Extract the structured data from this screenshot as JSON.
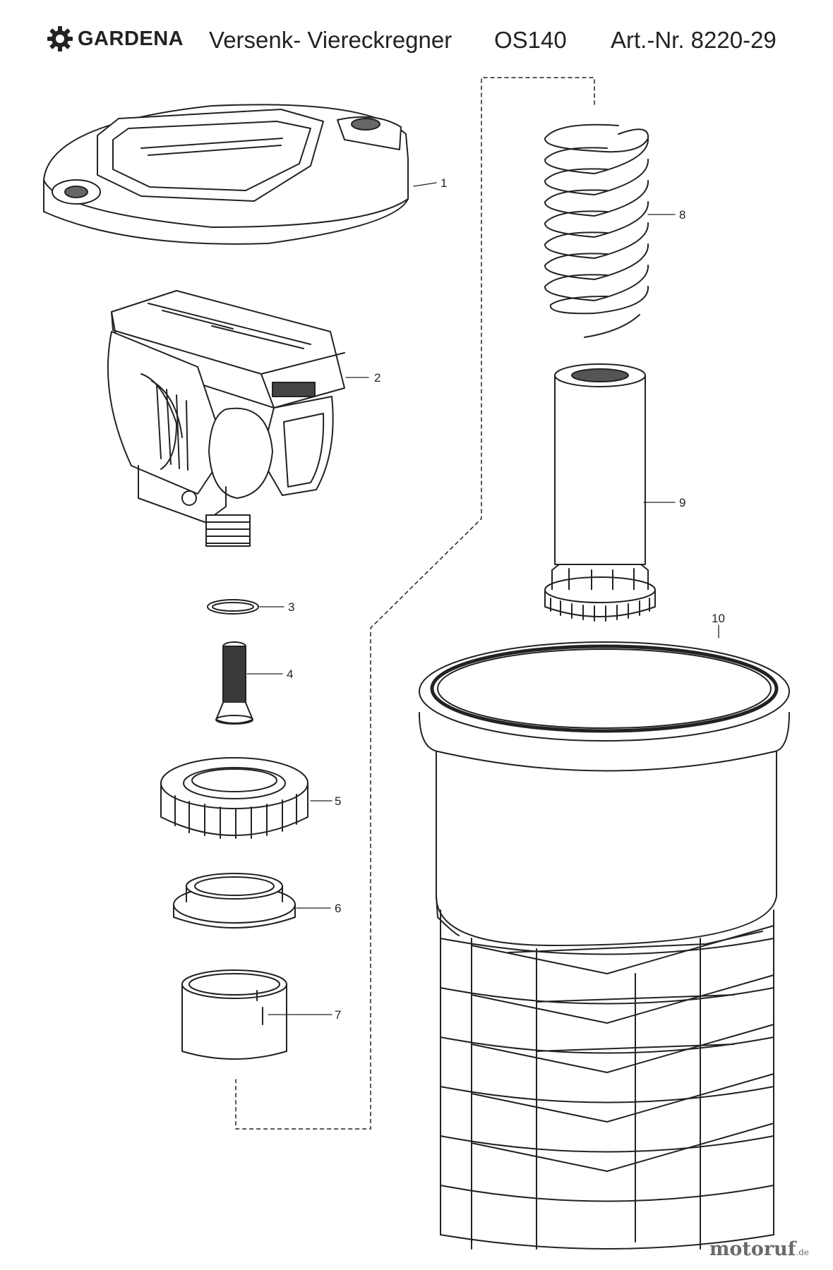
{
  "header": {
    "brand": "GARDENA",
    "title": "Versenk- Viereckregner",
    "model": "OS140",
    "article_number": "Art.-Nr. 8220-29"
  },
  "parts": [
    {
      "number": "1",
      "icon": "lid-icon"
    },
    {
      "number": "2",
      "icon": "sprinkler-head-icon"
    },
    {
      "number": "3",
      "icon": "o-ring-icon"
    },
    {
      "number": "4",
      "icon": "filter-icon"
    },
    {
      "number": "5",
      "icon": "union-nut-icon"
    },
    {
      "number": "6",
      "icon": "seal-ring-icon"
    },
    {
      "number": "7",
      "icon": "sleeve-icon"
    },
    {
      "number": "8",
      "icon": "spring-icon"
    },
    {
      "number": "9",
      "icon": "riser-tube-icon"
    },
    {
      "number": "10",
      "icon": "housing-icon"
    }
  ],
  "footer": {
    "watermark": "motoruf",
    "suffix": ".de"
  },
  "colors": {
    "line": "#222222",
    "fill": "#ffffff",
    "watermark": "#6a6a6a"
  }
}
